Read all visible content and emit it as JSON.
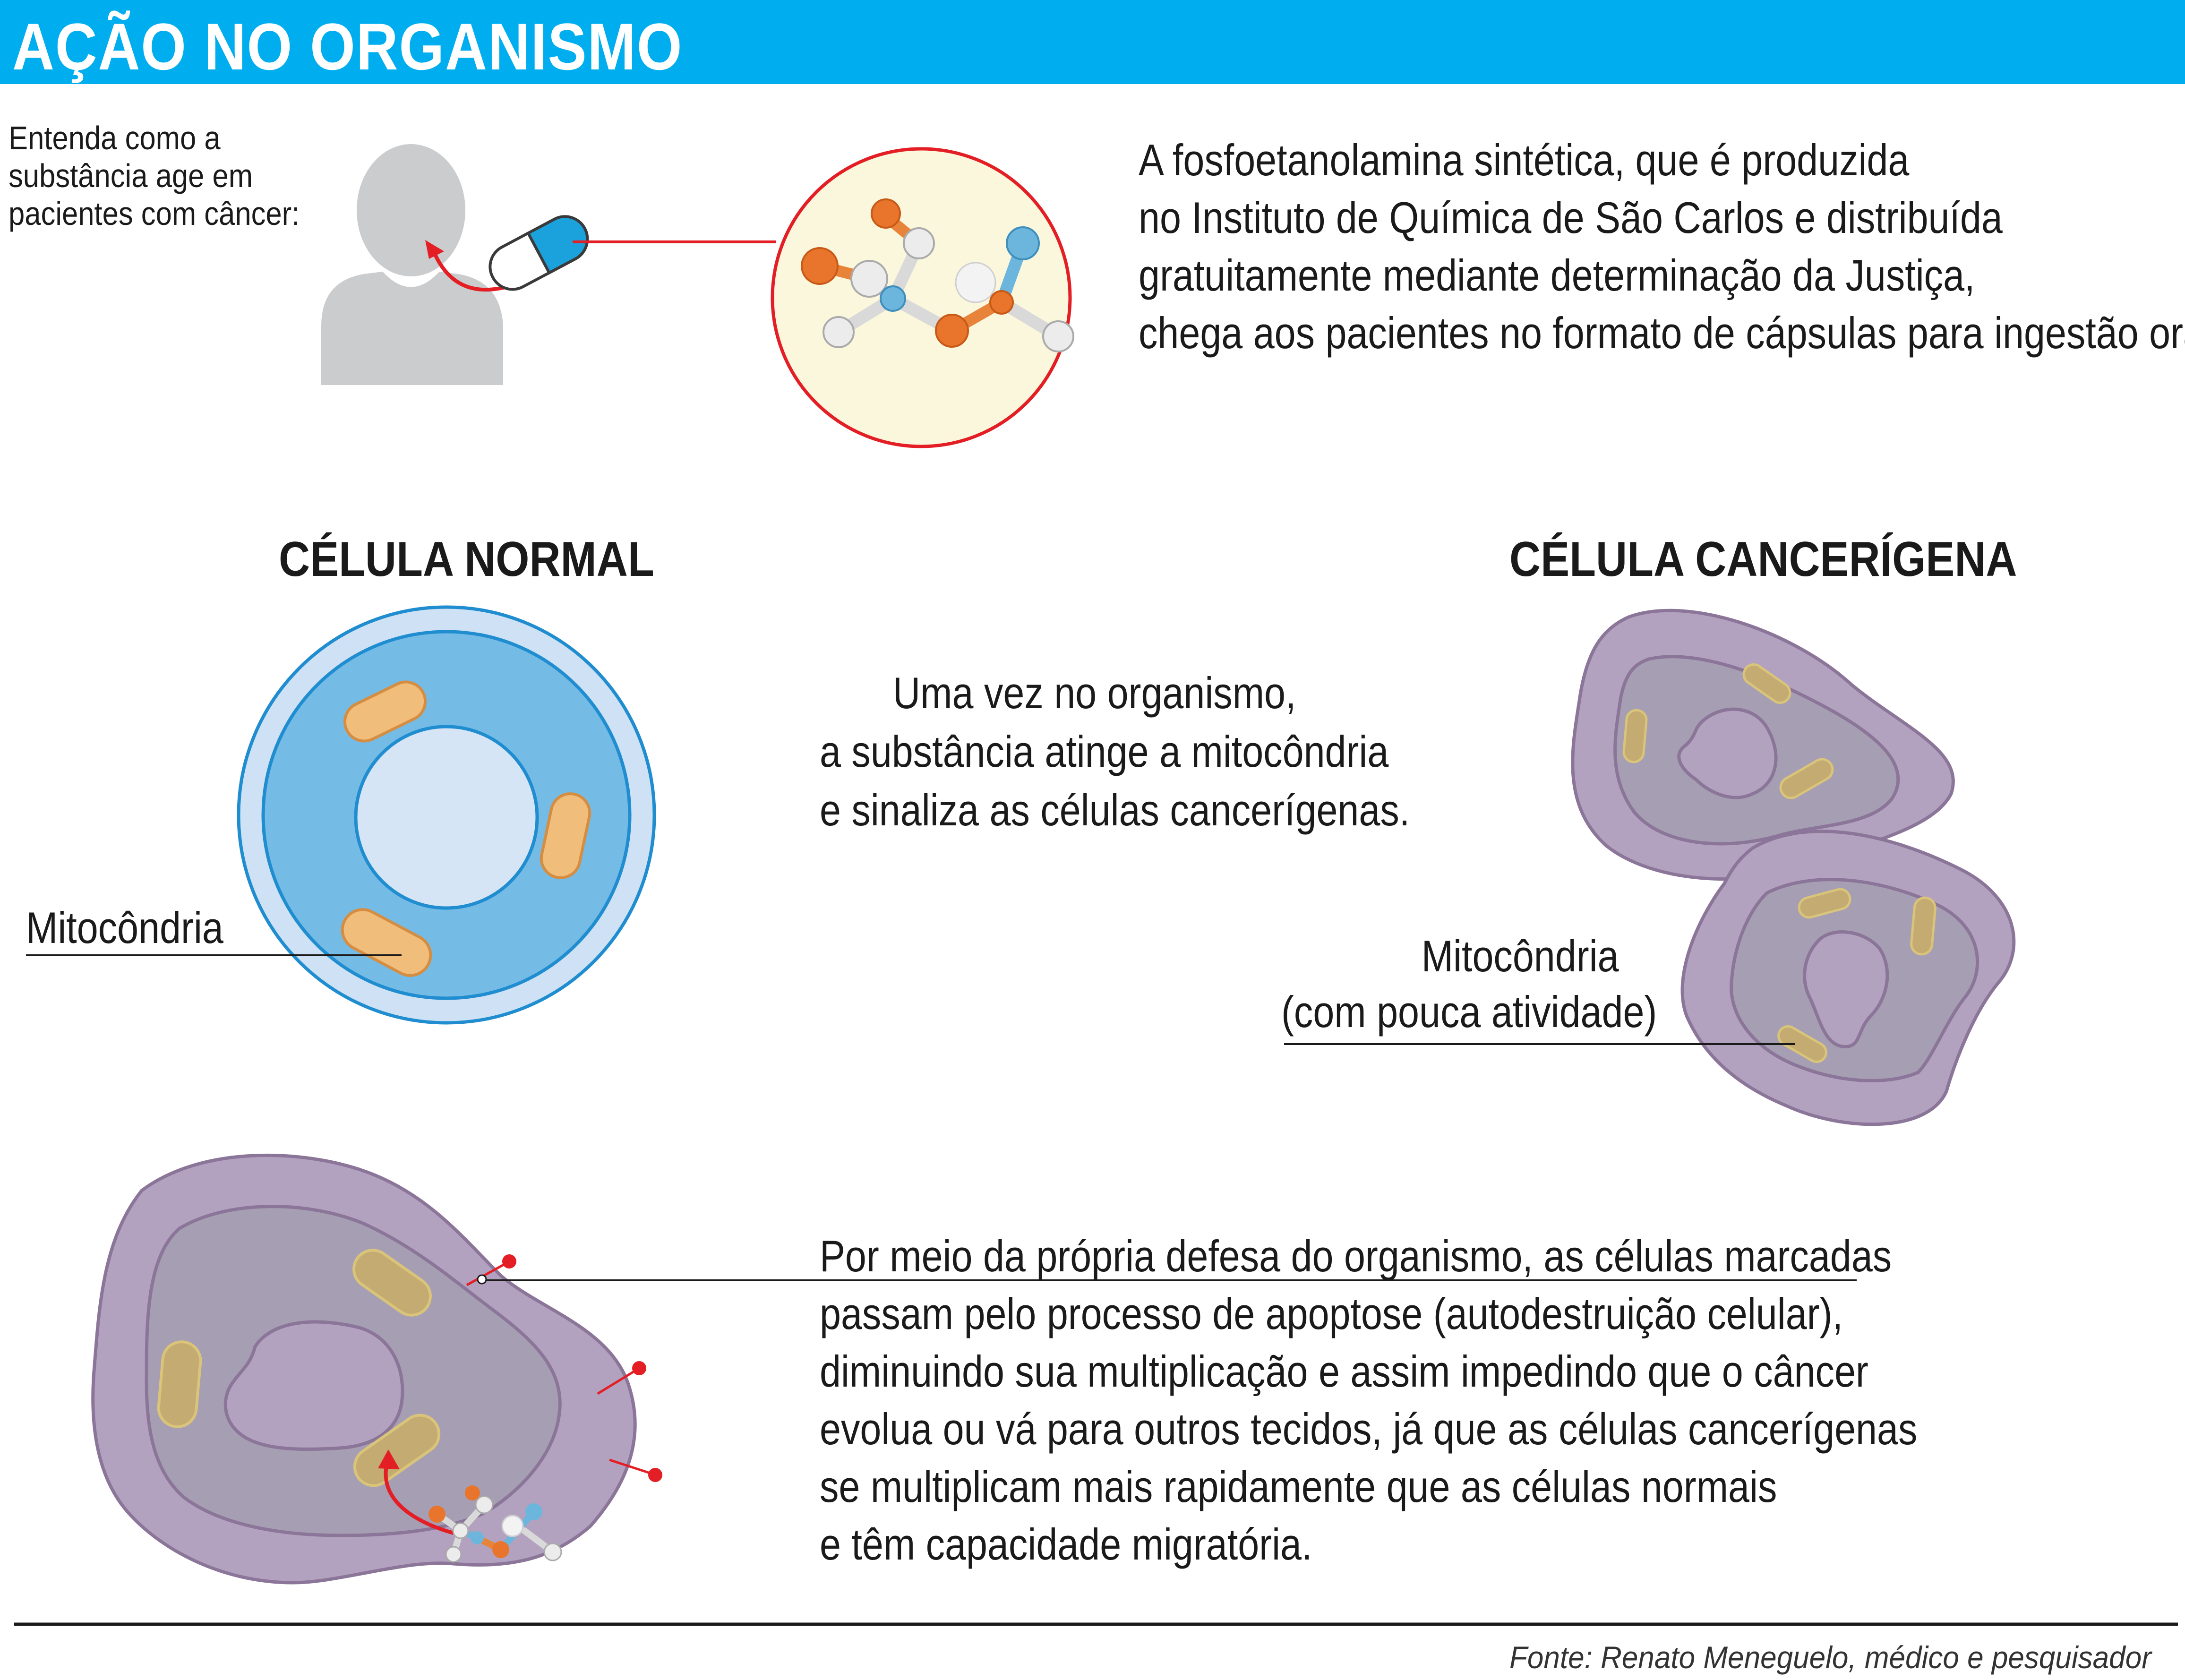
{
  "header": {
    "title": "AÇÃO NO ORGANISMO"
  },
  "intro": {
    "lines": [
      "Entenda como a",
      "substância age em",
      "pacientes com câncer:"
    ]
  },
  "description": {
    "lines": [
      "A fosfoetanolamina sintética, que é produzida",
      "no Instituto de Química de São Carlos e distribuída",
      "gratuitamente mediante determinação da Justiça,",
      "chega aos pacientes no formato de cápsulas para ingestão oral."
    ]
  },
  "normal_cell": {
    "title": "CÉLULA NORMAL",
    "mito_label": "Mitocôndria"
  },
  "cancer_cell": {
    "title": "CÉLULA CANCERÍGENA",
    "mito_label_lines": [
      "Mitocôndria",
      "(com pouca atividade)"
    ]
  },
  "middle_text": {
    "lines": [
      "Uma vez no organismo,",
      "a substância atinge a mitocôndria",
      "e sinaliza as células cancerígenas."
    ]
  },
  "apoptosis_text": {
    "lines": [
      "Por meio da própria defesa do organismo, as células marcadas",
      "passam pelo processo de apoptose (autodestruição celular),",
      "diminuindo sua multiplicação e assim impedindo que o câncer",
      "evolua ou vá para outros tecidos, já que as células cancerígenas",
      "se multiplicam mais rapidamente que as células normais",
      "e têm capacidade migratória."
    ]
  },
  "source": "Fonte: Renato Meneguelo, médico e pesquisador",
  "colors": {
    "header": "#00aeef",
    "red": "#e31e24",
    "orange": "#ee7d31",
    "light_blue": "#6cb6de",
    "cell_blue": "#74bbe6",
    "cell_outer": "#c8def2",
    "mito": "#f0bd7a",
    "cancer_outer": "#b3a2bf",
    "cancer_inner": "#a69eb3"
  }
}
